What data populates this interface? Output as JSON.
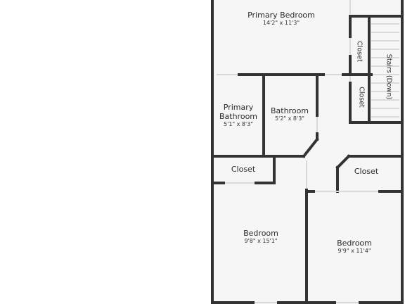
{
  "rooms": {
    "primary_bedroom": {
      "name": "Primary Bedroom",
      "dimensions": "14'2\" x 11'3\""
    },
    "closet_top": {
      "name": "Closet"
    },
    "closet_mid": {
      "name": "Closet"
    },
    "stairs": {
      "name": "Stairs (Down)"
    },
    "primary_bathroom": {
      "name_line1": "Primary",
      "name_line2": "Bathroom",
      "dimensions": "5'1\" x 8'3\""
    },
    "bathroom": {
      "name": "Bathroom",
      "dimensions": "5'2\" x 8'3\""
    },
    "closet_left": {
      "name": "Closet"
    },
    "closet_right": {
      "name": "Closet"
    },
    "bedroom_left": {
      "name": "Bedroom",
      "dimensions": "9'8\" x 15'1\""
    },
    "bedroom_right": {
      "name": "Bedroom",
      "dimensions": "9'9\" x 11'4\""
    }
  },
  "colors": {
    "wall": "#333333",
    "floor": "#f6f6f6",
    "background": "#ffffff",
    "opening": "#d9d9d9"
  }
}
